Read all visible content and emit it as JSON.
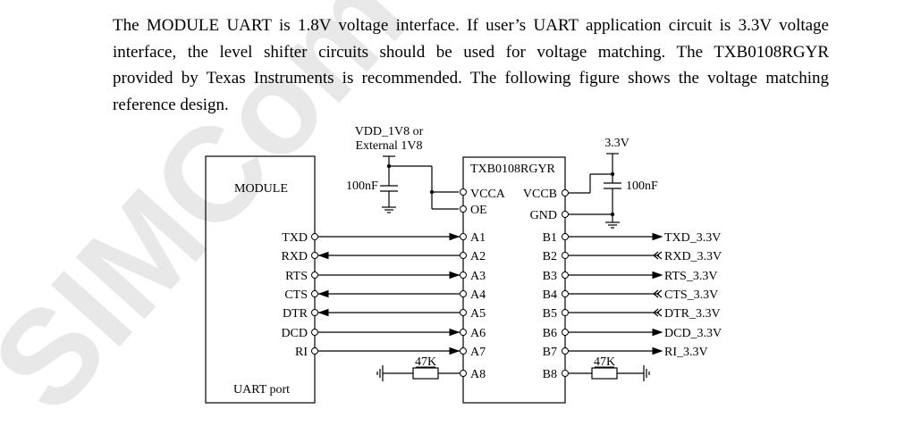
{
  "paragraph": {
    "lines": [
      "The MODULE UART is 1.8V voltage interface. If user’s UART application circuit is 3.3V voltage",
      "interface, the level shifter circuits should be used for voltage matching. The TXB0108RGYR",
      "provided by Texas Instruments is recommended. The following figure shows the voltage matching",
      "reference design."
    ]
  },
  "watermark": {
    "text": "SIMCom Co",
    "color": "#e8e8e8"
  },
  "diagram": {
    "module_label": "MODULE",
    "module_footer": "UART port",
    "chip_label": "TXB0108RGYR",
    "vdd_label_line1": "VDD_1V8 or",
    "vdd_label_line2": "External 1V8",
    "v33_label": "3.3V",
    "cap_left_label": "100nF",
    "cap_right_label": "100nF",
    "vcca": "VCCA",
    "vccb": "VCCB",
    "oe": "OE",
    "gnd": "GND",
    "resistor_left": "47K",
    "resistor_right": "47K",
    "signals": [
      {
        "module": "TXD",
        "a": "A1",
        "b": "B1",
        "out": "TXD_3.3V",
        "dir": "right"
      },
      {
        "module": "RXD",
        "a": "A2",
        "b": "B2",
        "out": "RXD_3.3V",
        "dir": "left"
      },
      {
        "module": "RTS",
        "a": "A3",
        "b": "B3",
        "out": "RTS_3.3V",
        "dir": "right"
      },
      {
        "module": "CTS",
        "a": "A4",
        "b": "B4",
        "out": "CTS_3.3V",
        "dir": "left"
      },
      {
        "module": "DTR",
        "a": "A5",
        "b": "B5",
        "out": "DTR_3.3V",
        "dir": "left"
      },
      {
        "module": "DCD",
        "a": "A6",
        "b": "B6",
        "out": "DCD_3.3V",
        "dir": "right"
      },
      {
        "module": "RI",
        "a": "A7",
        "b": "B7",
        "out": "RI_3.3V",
        "dir": "right"
      }
    ],
    "a8": "A8",
    "b8": "B8"
  }
}
